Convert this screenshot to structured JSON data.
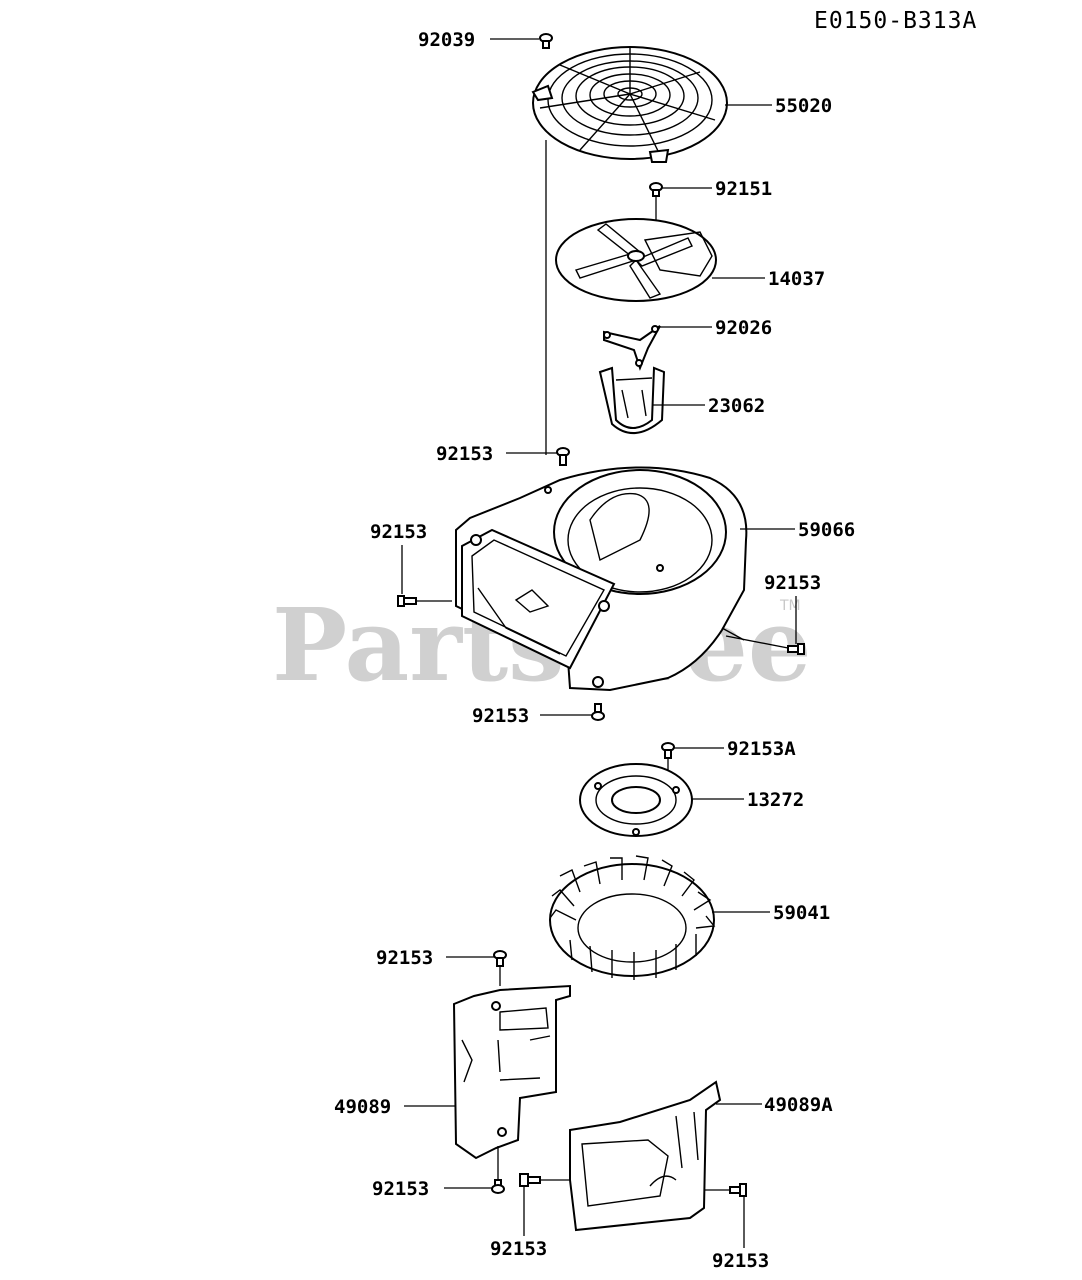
{
  "diagram_code": "E0150-B313A",
  "watermark": {
    "text": "PartsTree",
    "trademark": "TM"
  },
  "labels": [
    {
      "id": "92039",
      "text": "92039"
    },
    {
      "id": "55020",
      "text": "55020"
    },
    {
      "id": "92151",
      "text": "92151"
    },
    {
      "id": "14037",
      "text": "14037"
    },
    {
      "id": "92026",
      "text": "92026"
    },
    {
      "id": "23062",
      "text": "23062"
    },
    {
      "id": "92153_a",
      "text": "92153"
    },
    {
      "id": "59066",
      "text": "59066"
    },
    {
      "id": "92153_b",
      "text": "92153"
    },
    {
      "id": "92153_c",
      "text": "92153"
    },
    {
      "id": "92153_d",
      "text": "92153"
    },
    {
      "id": "92153A",
      "text": "92153A"
    },
    {
      "id": "13272",
      "text": "13272"
    },
    {
      "id": "59041",
      "text": "59041"
    },
    {
      "id": "92153_e",
      "text": "92153"
    },
    {
      "id": "49089",
      "text": "49089"
    },
    {
      "id": "49089A",
      "text": "49089A"
    },
    {
      "id": "92153_f",
      "text": "92153"
    },
    {
      "id": "92153_g",
      "text": "92153"
    },
    {
      "id": "92153_h",
      "text": "92153"
    }
  ]
}
